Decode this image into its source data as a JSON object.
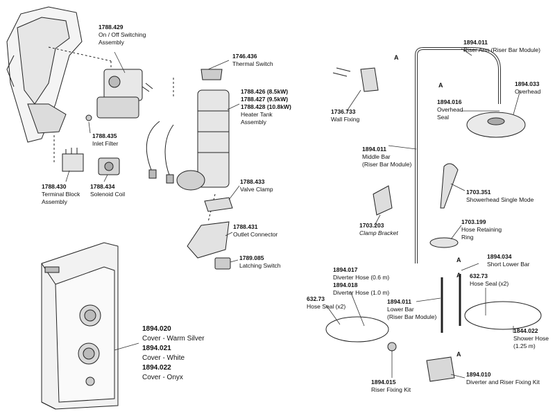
{
  "parts": {
    "onoff": {
      "pn": "1788.429",
      "name1": "On / Off Switching",
      "name2": "Assembly"
    },
    "thermal": {
      "pn": "1746.436",
      "name": "Thermal Switch"
    },
    "heater": {
      "pn1": "1788.426 (8.5kW)",
      "pn2": "1788.427 (9.5kW)",
      "pn3": "1788.428 (10.8kW)",
      "name1": "Heater Tank",
      "name2": "Assembly"
    },
    "inlet": {
      "pn": "1788.435",
      "name": "Inlet Filter"
    },
    "terminal": {
      "pn": "1788.430",
      "name1": "Terminal Block",
      "name2": "Assembly"
    },
    "solenoid": {
      "pn": "1788.434",
      "name": "Solenoid Coil"
    },
    "valveclamp": {
      "pn": "1788.433",
      "name": "Valve Clamp"
    },
    "outlet": {
      "pn": "1788.431",
      "name": "Outlet Connector"
    },
    "latching": {
      "pn": "1789.085",
      "name": "Latching Switch"
    },
    "cover": {
      "pn1": "1894.020",
      "name1": "Cover - Warm Silver",
      "pn2": "1894.021",
      "name2": "Cover - White",
      "pn3": "1894.022",
      "name3": "Cover - Onyx"
    },
    "riserarm": {
      "pn": "1894.011",
      "name": "Riser Arm (Riser Bar Module)"
    },
    "overhead": {
      "pn": "1894.033",
      "name": "Overhead"
    },
    "overheadseal": {
      "pn": "1894.016",
      "name1": "Overhead",
      "name2": "Seal"
    },
    "wallfixing": {
      "pn": "1736.733",
      "name": "Wall Fixing"
    },
    "middlebar": {
      "pn": "1894.011",
      "name1": "Middle Bar",
      "name2": "(Riser Bar Module)"
    },
    "showerhead": {
      "pn": "1703.351",
      "name": "Showerhead Single Mode"
    },
    "clamp": {
      "pn": "1703.203",
      "name": "Clamp Bracket"
    },
    "hosering": {
      "pn": "1703.199",
      "name1": "Hose Retaining",
      "name2": "Ring"
    },
    "shortlower": {
      "pn": "1894.034",
      "name": "Short Lower Bar"
    },
    "diverterhose": {
      "pn1": "1894.017",
      "name1": "Diverter Hose (0.6 m)",
      "pn2": "1894.018",
      "name2": "Diverter Hose (1.0 m)"
    },
    "hoseseal_right": {
      "pn": "632.73",
      "name": "Hose Seal (x2)"
    },
    "hoseseal_left": {
      "pn": "632.73",
      "name": "Hose Seal (x2)"
    },
    "lowerbar": {
      "pn": "1894.011",
      "name1": "Lower Bar",
      "name2": "(Riser Bar Module)"
    },
    "showerhose": {
      "pn": "1844.022",
      "name1": "Shower Hose",
      "name2": "(1.25 m)"
    },
    "riserfix": {
      "pn": "1894.015",
      "name": "Riser Fixing Kit"
    },
    "diverterfix": {
      "pn": "1894.010",
      "name": "Diverter and Riser Fixing Kit"
    }
  },
  "refs": {
    "a1": "A",
    "a2": "A",
    "a3": "A",
    "a4": "A",
    "a5": "A"
  }
}
